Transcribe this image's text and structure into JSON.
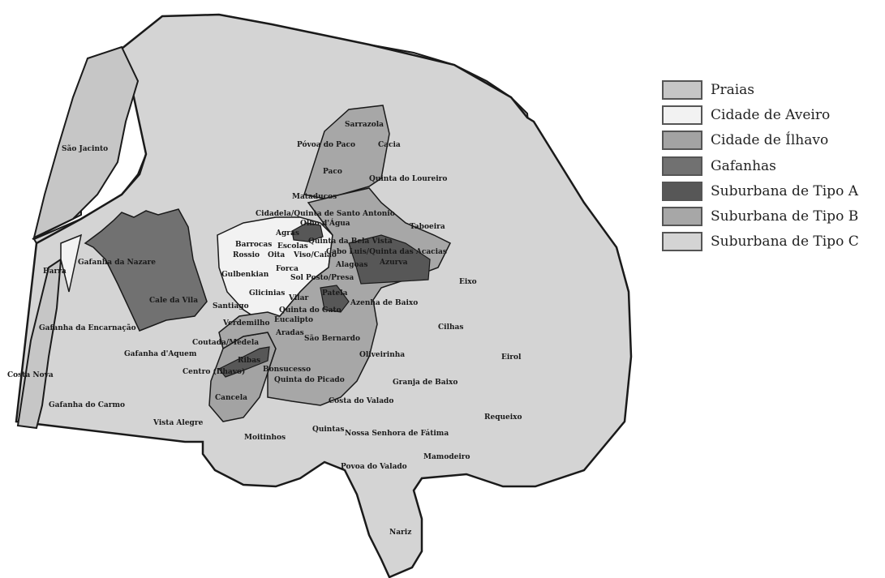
{
  "colors": {
    "praias": "#c6c6c6",
    "cidade_aveiro": "#f2f2f2",
    "cidade_ilhavo": "#a3a3a3",
    "gafanhas": "#717171",
    "suburbana_a": "#575757",
    "suburbana_b": "#a7a7a7",
    "suburbana_c": "#d4d4d4",
    "boundary": "#1a1a1a"
  },
  "legend": [
    {
      "label": "Praias",
      "color": "#c6c6c6"
    },
    {
      "label": "Cidade de Aveiro",
      "color": "#f2f2f2"
    },
    {
      "label": "Cidade de Ílhavo",
      "color": "#a3a3a3"
    },
    {
      "label": "Gafanhas",
      "color": "#717171"
    },
    {
      "label": "Suburbana de Tipo A",
      "color": "#575757"
    },
    {
      "label": "Suburbana de Tipo B",
      "color": "#a7a7a7"
    },
    {
      "label": "Suburbana de Tipo C",
      "color": "#d4d4d4"
    }
  ],
  "places": {
    "sarrazola": "Sarrazola",
    "povoa_do_paco": "Póvoa do Paco",
    "cacia": "Cacia",
    "sao_jacinto": "São Jacinto",
    "paco": "Paco",
    "quinta_do_loureiro": "Quinta do Loureiro",
    "mataducos": "Mataducos",
    "cidadela": "Cidadela/Quinta de Santo Antonio",
    "olho_dagua": "Olho d'Água",
    "taboeira": "Taboeira",
    "agras": "Agras",
    "barrocas": "Barrocas",
    "escolas": "Escolas",
    "quinta_bela_vista": "Quinta da Bela Vista",
    "rossio": "Rossio",
    "oita": "Oita",
    "viso_caiao": "Viso/Caiao",
    "cabo_luis": "Cabo Luis/Quinta das Acacias",
    "gafanha_nazare": "Gafanha da Nazare",
    "alagoas": "Alagoas",
    "azurva": "Azurva",
    "barra": "Barra",
    "forca": "Forca",
    "gulbenkian": "Gulbenkian",
    "sol_posto": "Sol Posto/Presa",
    "eixo": "Eixo",
    "patela": "Patela",
    "glicinias": "Glicinias",
    "cale_da_vila": "Cale da Vila",
    "vilar": "Vilar",
    "santiago": "Santiago",
    "azenha_baixo": "Azenha de Baixo",
    "quinta_do_gato": "Quinta do Gato",
    "verdemilho": "Verdemilho",
    "eucalipto": "Eucalipto",
    "gafanha_encarnacao": "Gafanha da Encarnação",
    "cilhas": "Cilhas",
    "aradas": "Aradas",
    "sao_bernardo": "São Bernardo",
    "gafanha_aquem": "Gafanha d'Aquem",
    "coutada": "Coutada/Medela",
    "oliveirinha": "Oliveirinha",
    "eirol": "Eirol",
    "ribas": "Ribas",
    "bonsucesso": "Bonsucesso",
    "costa_nova": "Costa Nova",
    "centro_ilhavo": "Centro (Ilhavo)",
    "quinta_do_picado": "Quinta do Picado",
    "granja_baixo": "Granja de Baixo",
    "cancela": "Cancela",
    "costa_valado": "Costa do Valado",
    "gafanha_carmo": "Gafanha do Carmo",
    "requeixo": "Requeixo",
    "vista_alegre": "Vista Alegre",
    "quintas": "Quintas",
    "nossa_senhora": "Nossa Senhora de Fátima",
    "moitinhos": "Moitinhos",
    "mamodeiro": "Mamodeiro",
    "povoa_valado": "Povoa do Valado",
    "nariz": "Nariz"
  }
}
